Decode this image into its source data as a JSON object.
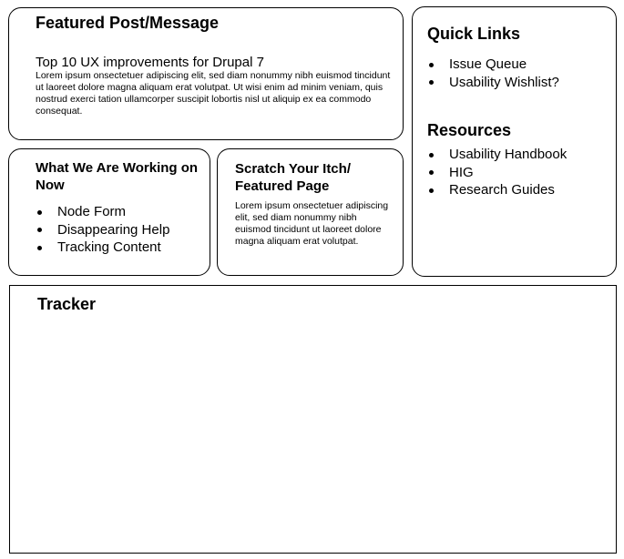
{
  "featured": {
    "title": "Featured Post/Message",
    "headline": "Top 10 UX improvements for Drupal 7",
    "body": "Lorem ipsum onsectetuer adipiscing elit, sed diam nonummy nibh euismod tincidunt ut laoreet dolore magna aliquam erat volutpat. Ut wisi enim ad minim veniam, quis nostrud exerci tation ullamcorper suscipit lobortis nisl ut aliquip ex ea commodo consequat."
  },
  "working": {
    "title": "What We Are Working on Now",
    "items": [
      "Node Form",
      "Disappearing Help",
      "Tracking Content"
    ]
  },
  "scratch": {
    "title": "Scratch Your Itch/ Featured Page",
    "body": "Lorem ipsum onsectetuer adipiscing elit, sed diam nonummy nibh euismod tincidunt ut laoreet dolore magna aliquam erat volutpat."
  },
  "quick_links": {
    "title": "Quick Links",
    "items": [
      "Issue Queue",
      "Usability Wishlist?"
    ]
  },
  "resources": {
    "title": "Resources",
    "items": [
      "Usability Handbook",
      "HIG",
      "Research Guides"
    ]
  },
  "tracker": {
    "title": "Tracker"
  }
}
